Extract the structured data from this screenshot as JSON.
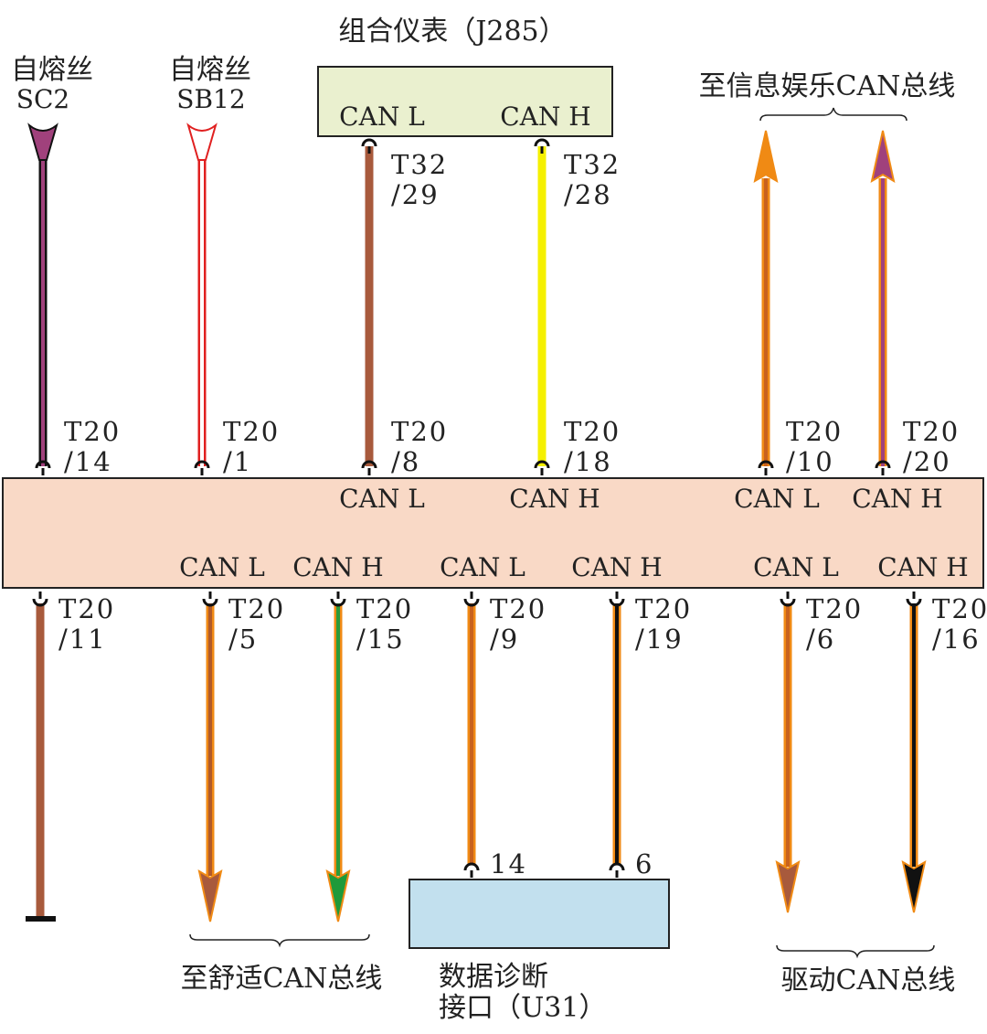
{
  "title": "组合仪表（J285）",
  "j285": {
    "can_l": "CAN L",
    "can_h": "CAN H",
    "fill": "#eaf0cf"
  },
  "fuses": [
    {
      "label": "自熔丝",
      "code": "SC2",
      "color": "#a0417c",
      "pin": "T20",
      "num": "/14"
    },
    {
      "label": "自熔丝",
      "code": "SB12",
      "color": "#e02020",
      "pin": "T20",
      "num": "/1"
    }
  ],
  "top_wires": [
    {
      "upper_pin": "T32",
      "upper_num": "/29",
      "pin": "T20",
      "num": "/8",
      "color": "#a85a3c",
      "stripe": "#a85a3c",
      "box_label": "CAN L"
    },
    {
      "upper_pin": "T32",
      "upper_num": "/28",
      "pin": "T20",
      "num": "/18",
      "color": "#f5f000",
      "stripe": "#f5f000",
      "box_label": "CAN H"
    }
  ],
  "infotainment": {
    "label": "至信息娱乐CAN总线",
    "wires": [
      {
        "pin": "T20",
        "num": "/10",
        "color": "#f08a14",
        "stripe": "#c8621e",
        "head": "#f08a14",
        "box_label": "CAN L"
      },
      {
        "pin": "T20",
        "num": "/20",
        "color": "#f08a14",
        "stripe": "#a0417c",
        "head": "#a0417c",
        "box_label": "CAN H"
      }
    ]
  },
  "main_box": {
    "fill": "#f9d9c6"
  },
  "bottom_wires": [
    {
      "pin": "T20",
      "num": "/11",
      "color": "#a85a3c",
      "stripe": "#a85a3c",
      "end": "ground",
      "box_label": ""
    },
    {
      "pin": "T20",
      "num": "/5",
      "color": "#f08a14",
      "stripe": "#b05a2a",
      "head": "#a85a3c",
      "end": "arrow",
      "box_label": "CAN L"
    },
    {
      "pin": "T20",
      "num": "/15",
      "color": "#f08a14",
      "stripe": "#2a9a3a",
      "head": "#1f9a3a",
      "end": "arrow",
      "box_label": "CAN H"
    },
    {
      "pin": "T20",
      "num": "/9",
      "color": "#f08a14",
      "stripe": "#c8621e",
      "end": "u31",
      "u31_pin": "14",
      "box_label": "CAN L"
    },
    {
      "pin": "T20",
      "num": "/19",
      "color": "#f08a14",
      "stripe": "#111111",
      "end": "u31",
      "u31_pin": "6",
      "box_label": "CAN H"
    },
    {
      "pin": "T20",
      "num": "/6",
      "color": "#f08a14",
      "stripe": "#c8621e",
      "head": "#a85a3c",
      "end": "arrow",
      "box_label": "CAN L"
    },
    {
      "pin": "T20",
      "num": "/16",
      "color": "#f08a14",
      "stripe": "#111111",
      "head": "#111111",
      "end": "arrow",
      "box_label": "CAN H"
    }
  ],
  "comfort_label": "至舒适CAN总线",
  "u31": {
    "line1": "数据诊断",
    "line2": "接口（U31）",
    "fill": "#c2e0ee"
  },
  "drive_label": "驱动CAN总线"
}
